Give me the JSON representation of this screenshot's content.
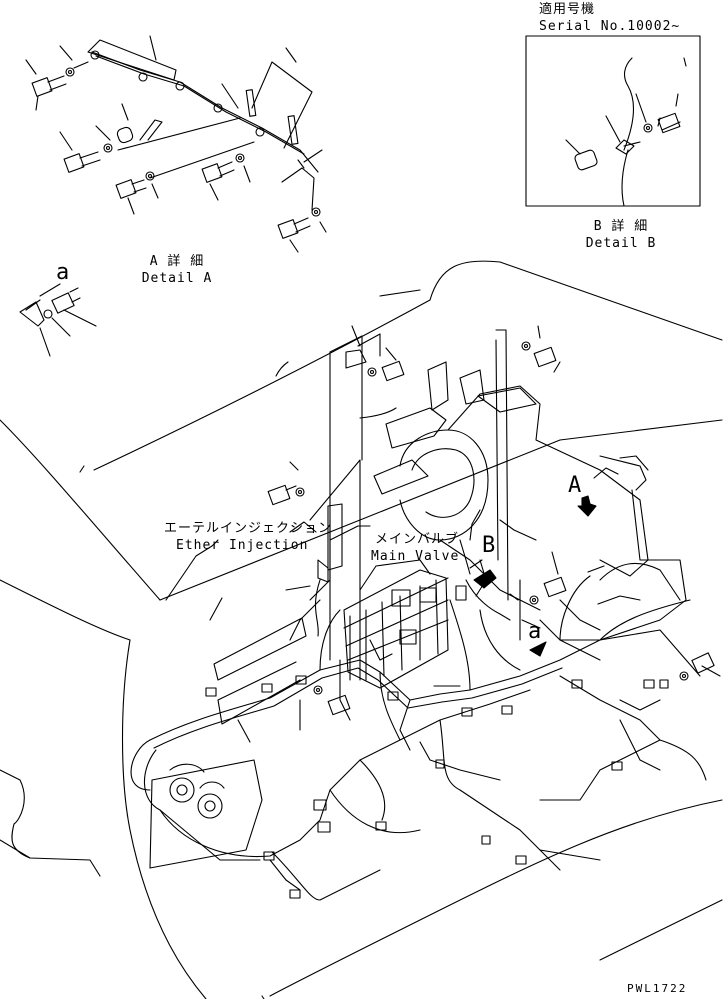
{
  "serial_box": {
    "jp": "適用号機",
    "serial": "Serial No.10002~",
    "detail_jp": "B 詳 細",
    "detail_en": "Detail B"
  },
  "detail_a": {
    "jp": "A 詳 細",
    "en": "Detail A"
  },
  "callouts": {
    "a_top": "a",
    "a_view": "A",
    "b_view": "B",
    "a_view_lower": "a"
  },
  "labels": {
    "ether_jp": "エーテルインジェクション",
    "ether_en": "Ether Injection",
    "valve_jp": "メインバルブ",
    "valve_en": "Main Valve"
  },
  "drawing_code": "PWL1722",
  "colors": {
    "ink": "#000000",
    "paper": "#ffffff"
  }
}
